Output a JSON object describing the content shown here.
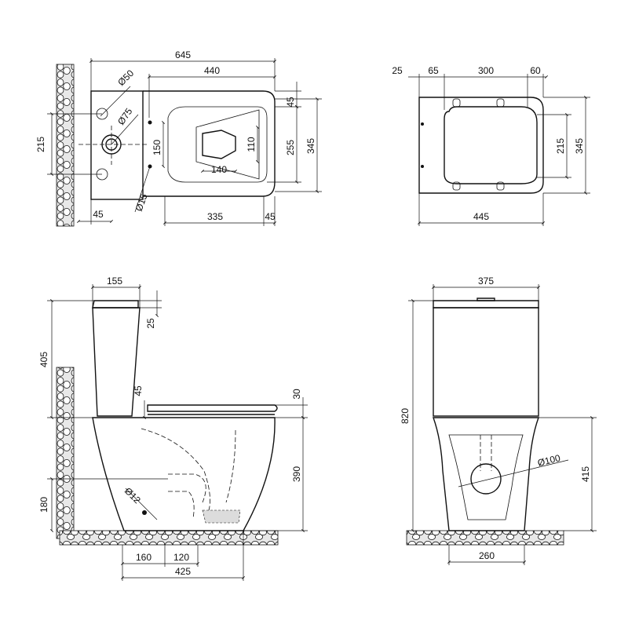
{
  "dimensions": {
    "top_view": {
      "overall_length": "645",
      "bowl_length": "440",
      "height_215": "215",
      "offset_45_bottom": "45",
      "dia_50": "Ø50",
      "dia_75": "Ø75",
      "dia_15": "Ø15",
      "h_150": "150",
      "w_140": "140",
      "h_110": "110",
      "d_45_right": "45",
      "d_255": "255",
      "d_345": "345",
      "d_335": "335",
      "d_45_bottom_right": "45"
    },
    "seat_view": {
      "d_25": "25",
      "d_65": "65",
      "d_300": "300",
      "d_60": "60",
      "d_215": "215",
      "d_345": "345",
      "d_445": "445"
    },
    "side_view": {
      "d_155": "155",
      "d_25": "25",
      "d_405": "405",
      "d_45": "45",
      "d_30": "30",
      "d_390": "390",
      "d_180": "180",
      "dia_12": "Ø12",
      "d_160": "160",
      "d_120": "120",
      "d_425": "425"
    },
    "front_view": {
      "d_375": "375",
      "d_820": "820",
      "dia_100": "Ø100",
      "d_415": "415",
      "d_260": "260"
    }
  }
}
